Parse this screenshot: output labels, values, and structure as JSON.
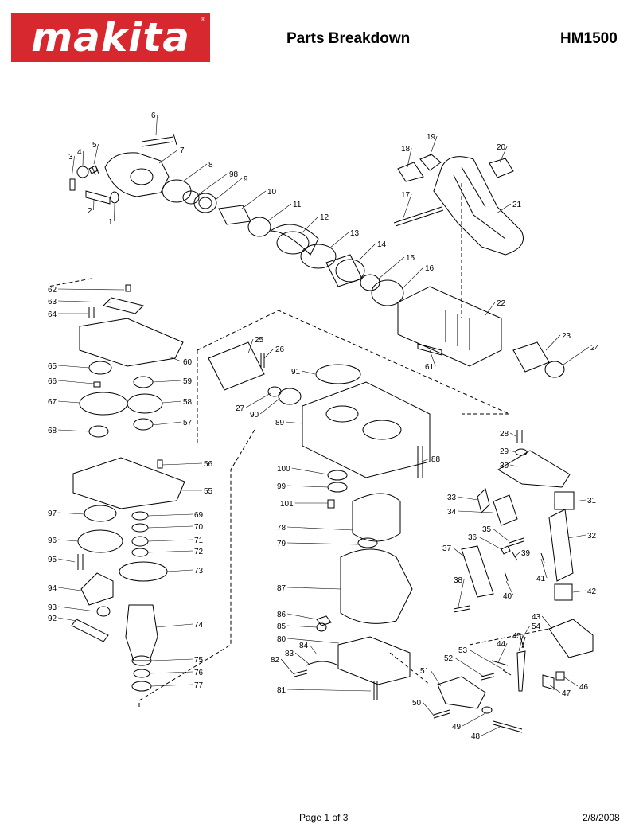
{
  "header": {
    "brand": "makita",
    "title": "Parts Breakdown",
    "model": "HM1500"
  },
  "footer": {
    "page": "Page 1 of 3",
    "date": "2/8/2008"
  },
  "colors": {
    "brand_red": "#d7282f",
    "line": "#000000"
  },
  "parts": [
    "1",
    "2",
    "3",
    "4",
    "5",
    "6",
    "7",
    "8",
    "98",
    "9",
    "10",
    "11",
    "12",
    "13",
    "14",
    "15",
    "16",
    "17",
    "18",
    "19",
    "20",
    "21",
    "22",
    "23",
    "24",
    "25",
    "26",
    "27",
    "28",
    "29",
    "30",
    "31",
    "32",
    "33",
    "34",
    "35",
    "36",
    "37",
    "38",
    "39",
    "40",
    "41",
    "42",
    "43",
    "44",
    "45",
    "46",
    "47",
    "48",
    "49",
    "50",
    "51",
    "52",
    "53",
    "54",
    "55",
    "56",
    "57",
    "58",
    "59",
    "60",
    "61",
    "62",
    "63",
    "64",
    "65",
    "66",
    "67",
    "68",
    "69",
    "70",
    "71",
    "72",
    "73",
    "74",
    "75",
    "76",
    "77",
    "78",
    "79",
    "80",
    "81",
    "82",
    "83",
    "84",
    "85",
    "86",
    "87",
    "88",
    "89",
    "90",
    "91",
    "92",
    "93",
    "94",
    "95",
    "96",
    "97",
    "99",
    "100",
    "101"
  ]
}
